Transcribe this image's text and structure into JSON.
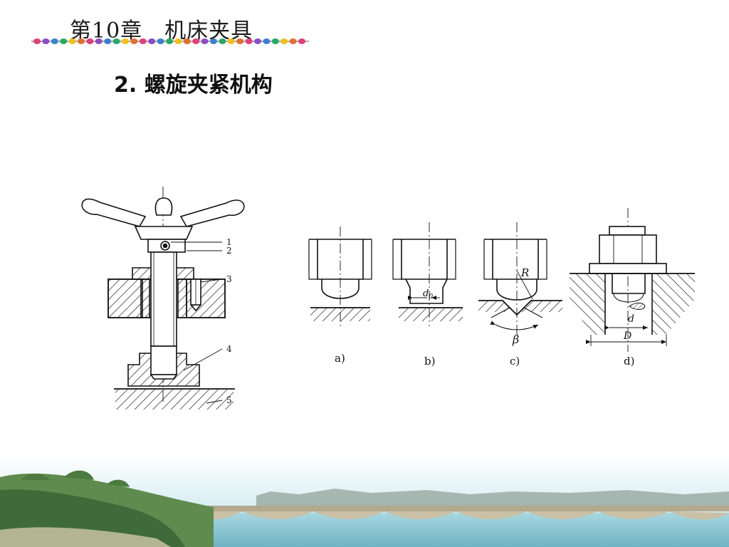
{
  "header": {
    "chapter_title": "第10章　机床夹具",
    "dot_colors": [
      "#e0407a",
      "#8a4fc0",
      "#3f7fd0",
      "#2aa866",
      "#f0c020",
      "#e07030"
    ]
  },
  "section": {
    "heading": "2. 螺旋夹紧机构"
  },
  "figure": {
    "part_numbers": [
      "1",
      "2",
      "3",
      "4",
      "5"
    ],
    "panel_labels": [
      "a)",
      "b)",
      "c)",
      "d)"
    ],
    "symbols": {
      "d0_base": "d",
      "d0_sub": "0",
      "R": "R",
      "beta": "β",
      "d": "d",
      "D": "D"
    }
  }
}
